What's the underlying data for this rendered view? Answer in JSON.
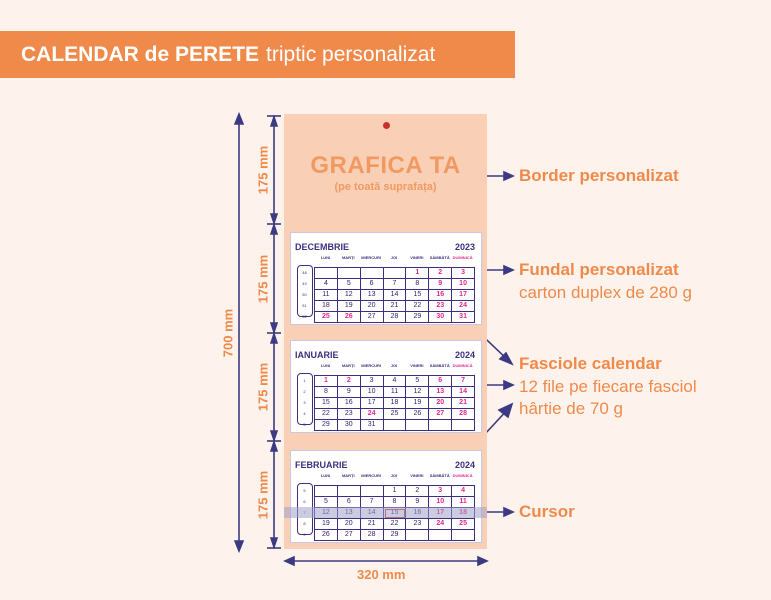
{
  "header": {
    "title_bold": "CALENDAR de PERETE",
    "title_light": "triptic personalizat"
  },
  "dimensions": {
    "total_height": "700 mm",
    "section_height": "175 mm",
    "width": "320 mm"
  },
  "graphic": {
    "title": "GRAFICA TA",
    "subtitle": "(pe toată suprafața)"
  },
  "day_names": [
    "LUNI",
    "MARȚI",
    "MIERCURI",
    "JOI",
    "VINERI",
    "SÂMBĂTĂ",
    "DUMINICĂ"
  ],
  "pads": [
    {
      "month": "DECEMBRIE",
      "year": "2023",
      "weeks": [
        "48",
        "49",
        "50",
        "51",
        "52"
      ],
      "days": [
        "",
        "",
        "",
        "",
        "1",
        "2",
        "3",
        "4",
        "5",
        "6",
        "7",
        "8",
        "9",
        "10",
        "11",
        "12",
        "13",
        "14",
        "15",
        "16",
        "17",
        "18",
        "19",
        "20",
        "21",
        "22",
        "23",
        "24",
        "25",
        "26",
        "27",
        "28",
        "29",
        "30",
        "31"
      ],
      "red": [
        4,
        5,
        6,
        12,
        13,
        19,
        20,
        26,
        27,
        28,
        29,
        33,
        34
      ]
    },
    {
      "month": "IANUARIE",
      "year": "2024",
      "weeks": [
        "1",
        "2",
        "3",
        "4",
        "5"
      ],
      "days": [
        "1",
        "2",
        "3",
        "4",
        "5",
        "6",
        "7",
        "8",
        "9",
        "10",
        "11",
        "12",
        "13",
        "14",
        "15",
        "16",
        "17",
        "18",
        "19",
        "20",
        "21",
        "22",
        "23",
        "24",
        "25",
        "26",
        "27",
        "28",
        "29",
        "30",
        "31",
        "",
        "",
        "",
        ""
      ],
      "red": [
        0,
        1,
        5,
        6,
        12,
        13,
        19,
        20,
        23,
        26,
        27
      ]
    },
    {
      "month": "FEBRUARIE",
      "year": "2024",
      "weeks": [
        "5",
        "6",
        "7",
        "8",
        "9"
      ],
      "days": [
        "",
        "",
        "",
        "1",
        "2",
        "3",
        "4",
        "5",
        "6",
        "7",
        "8",
        "9",
        "10",
        "11",
        "12",
        "13",
        "14",
        "15",
        "16",
        "17",
        "18",
        "19",
        "20",
        "21",
        "22",
        "23",
        "24",
        "25",
        "26",
        "27",
        "28",
        "29",
        "",
        "",
        ""
      ],
      "red": [
        5,
        6,
        12,
        13,
        19,
        20,
        26,
        27
      ],
      "selected": 17
    }
  ],
  "callouts": {
    "border": {
      "title": "Border personalizat"
    },
    "background": {
      "title": "Fundal personalizat",
      "sub": "carton duplex de 280 g"
    },
    "pads": {
      "title": "Fasciole calendar",
      "sub1": "12 file pe fiecare fasciol",
      "sub2": "hârtie de 70 g"
    },
    "cursor": {
      "title": "Cursor"
    }
  },
  "colors": {
    "accent": "#f08a4b",
    "navy": "#3c2f80",
    "board": "#f9d0b5",
    "sunday": "#e0288b"
  }
}
